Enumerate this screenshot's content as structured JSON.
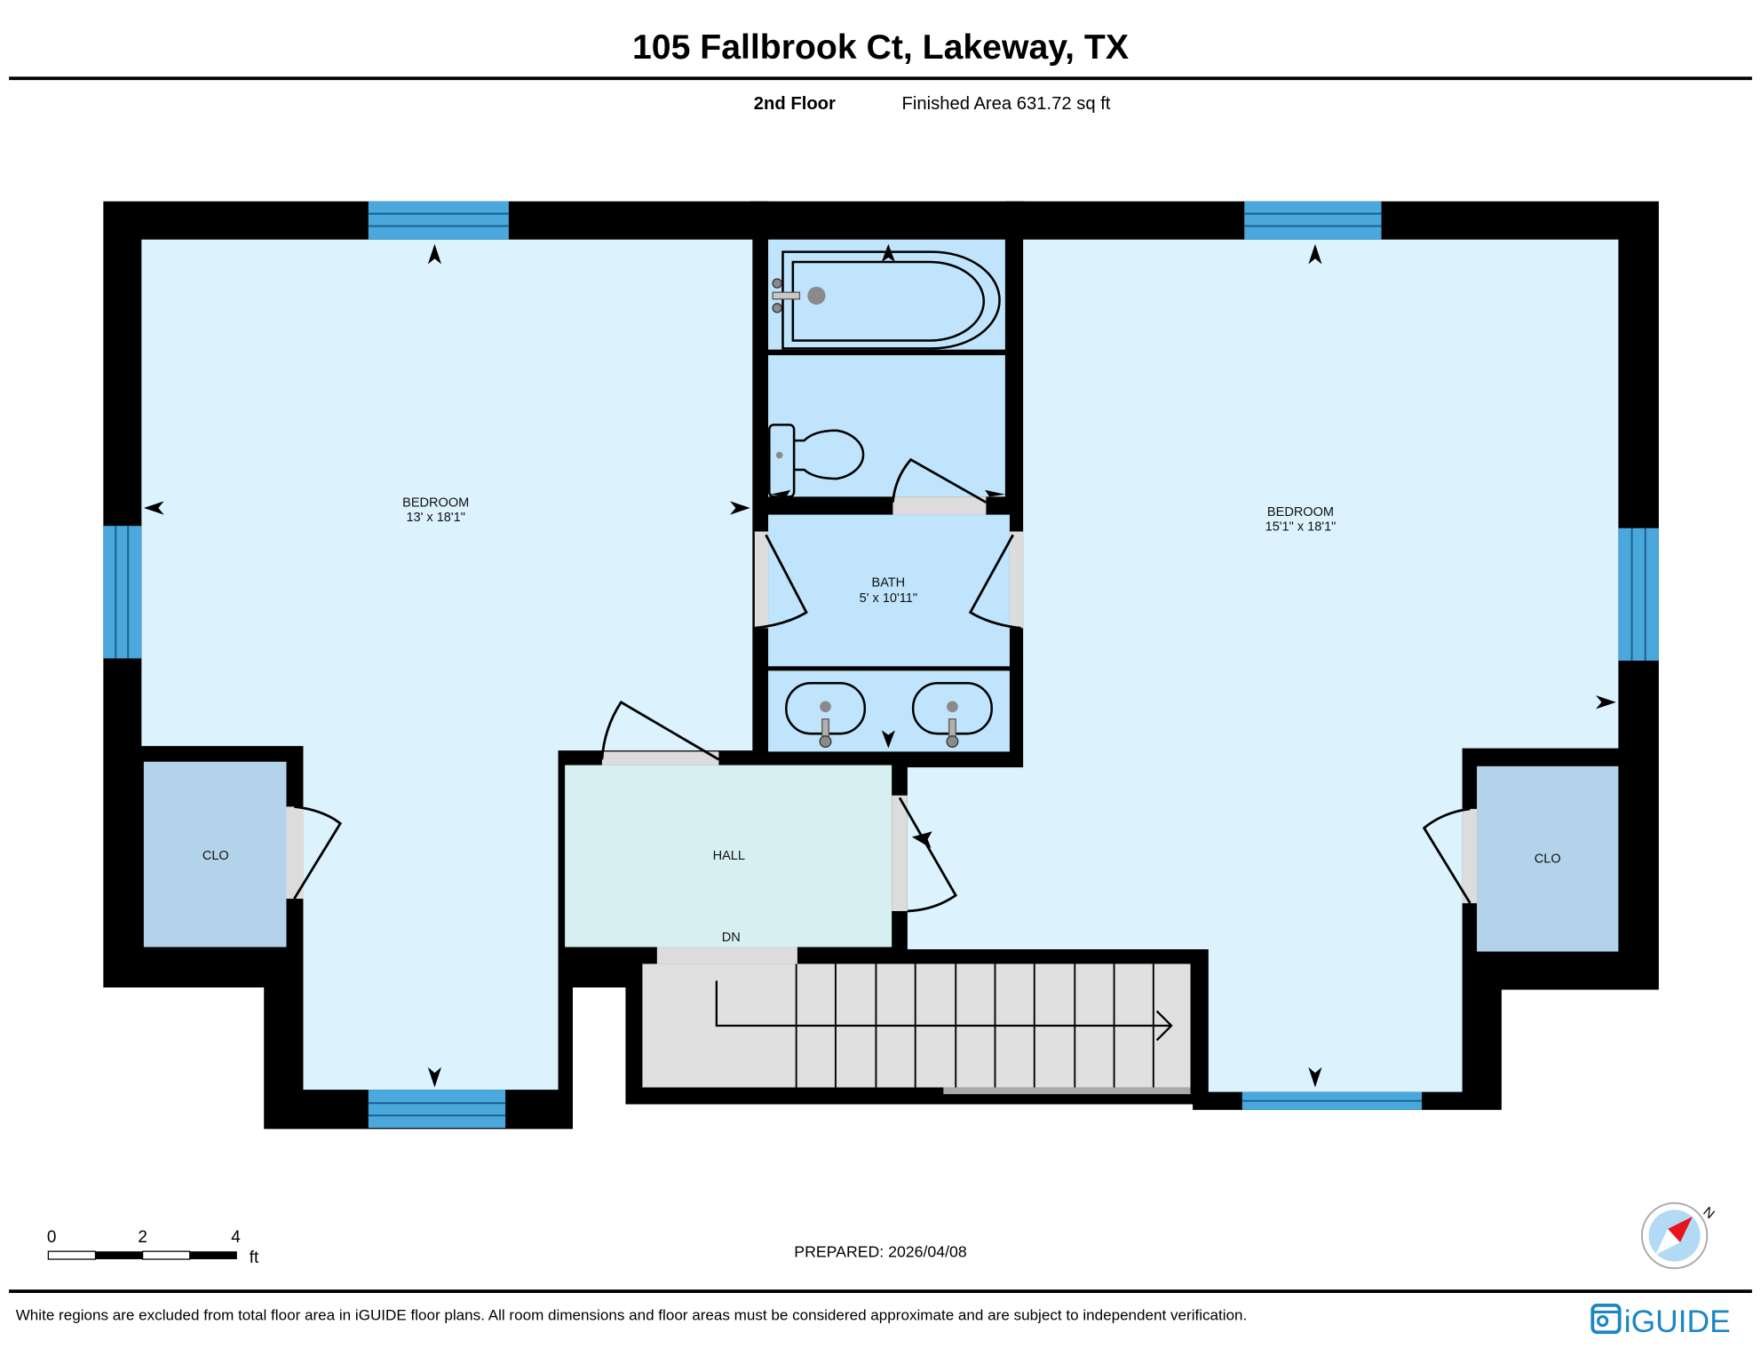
{
  "header": {
    "title": "105 Fallbrook Ct, Lakeway, TX",
    "floor": "2nd Floor",
    "finished_area": "Finished Area 631.72 sq ft"
  },
  "rooms": [
    {
      "name": "BEDROOM",
      "dims": "13' x 18'1\""
    },
    {
      "name": "BEDROOM",
      "dims": "15'1\" x 18'1\""
    },
    {
      "name": "BATH",
      "dims": "5' x 10'11\""
    },
    {
      "name": "HALL",
      "dims": ""
    },
    {
      "name": "CLO",
      "dims": ""
    },
    {
      "name": "CLO",
      "dims": ""
    }
  ],
  "stairs": {
    "label": "DN"
  },
  "scale_bar": {
    "ticks": [
      "0",
      "2",
      "4"
    ],
    "unit": "ft"
  },
  "prepared": "PREPARED: 2026/04/08",
  "compass": {
    "label": "N"
  },
  "footer": {
    "disclaimer": "White regions are excluded from total floor area in iGUIDE floor plans. All room dimensions and floor areas must be considered approximate and are subject to independent verification.",
    "brand": "iGUIDE"
  },
  "colors": {
    "bedroom": "#dcf2fd",
    "bath": "#bfe4fb",
    "hall": "#d6f0f2",
    "closet": "#b3d3ea",
    "stairs": "#e0e0e0",
    "window": "#4aa8dc",
    "wall": "#000000",
    "brand": "#1a86c4",
    "compass_red": "#e8141c"
  }
}
